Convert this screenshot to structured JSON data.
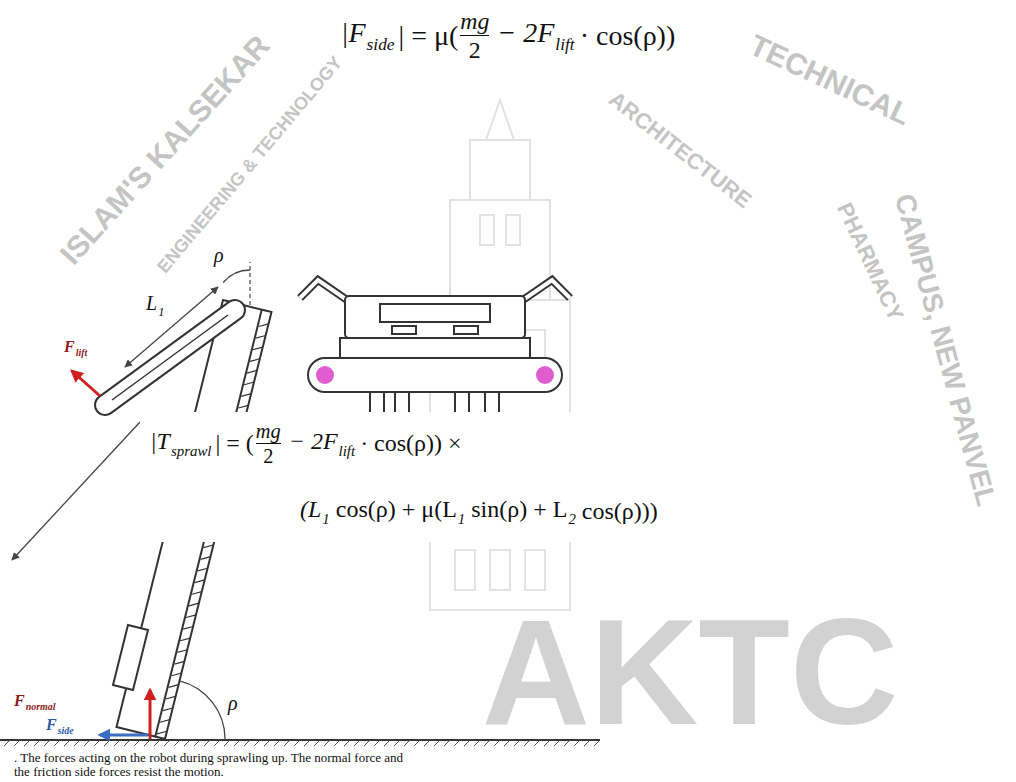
{
  "diagram": {
    "caption": ". The forces acting on the robot during sprawling up. The normal force and the friction side forces resist the motion.",
    "labels": [
      "|F",
      "side",
      "| = μ(",
      "mg",
      "2",
      "− 2F",
      "lift",
      "· cos(ρ))",
      "ISLAM'S KALSEKAR",
      "TECHNICAL",
      "ENGINEERING & TECHNOLOGY",
      "ARCHITECTURE",
      "PHARMACY",
      "CAMPUS, NEW PANVEL",
      "AKTC",
      "ρ",
      "L",
      "1",
      "F",
      "lift",
      "|T",
      "sprawl",
      "| = (",
      "mg",
      "2",
      "− 2F",
      "lift",
      "· cos(ρ)) ×",
      "(L",
      "1",
      "cos(ρ) + μ(L",
      "1",
      "sin(ρ) + L",
      "2",
      "cos(ρ)))",
      "F",
      "normal",
      "F",
      "side",
      "ρ"
    ]
  }
}
